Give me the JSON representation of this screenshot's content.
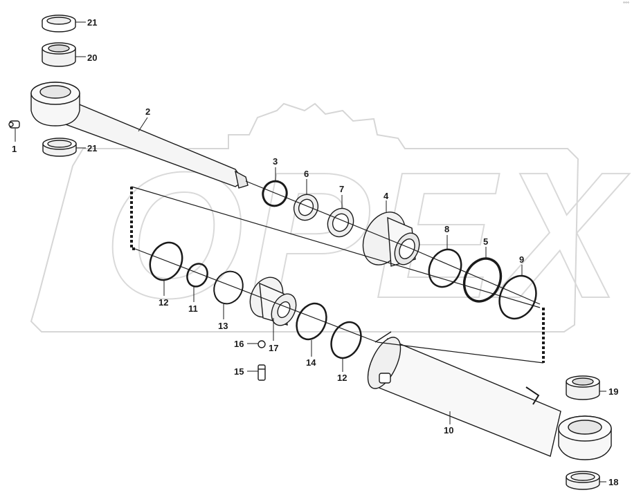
{
  "watermark": {
    "text": "OPEX",
    "has_gear": true
  },
  "corner_mark": "°°°",
  "callouts": [
    {
      "id": "c21a",
      "label": "21",
      "part": "upper-bushing-seal"
    },
    {
      "id": "c20",
      "label": "20",
      "part": "upper-bushing"
    },
    {
      "id": "c2",
      "label": "2",
      "part": "piston-rod"
    },
    {
      "id": "c1",
      "label": "1",
      "part": "grease-nipple"
    },
    {
      "id": "c21b",
      "label": "21",
      "part": "lower-eye-seal"
    },
    {
      "id": "c3",
      "label": "3",
      "part": "rod-snap-ring"
    },
    {
      "id": "c6",
      "label": "6",
      "part": "wiper-seal"
    },
    {
      "id": "c7",
      "label": "7",
      "part": "rod-seal"
    },
    {
      "id": "c4",
      "label": "4",
      "part": "cylinder-head"
    },
    {
      "id": "c8",
      "label": "8",
      "part": "head-o-ring"
    },
    {
      "id": "c5",
      "label": "5",
      "part": "head-backup-ring"
    },
    {
      "id": "c9",
      "label": "9",
      "part": "head-outer-ring"
    },
    {
      "id": "c12a",
      "label": "12",
      "part": "wear-ring-left"
    },
    {
      "id": "c11",
      "label": "11",
      "part": "piston-o-ring"
    },
    {
      "id": "c13",
      "label": "13",
      "part": "piston-backup-ring"
    },
    {
      "id": "c17",
      "label": "17",
      "part": "piston"
    },
    {
      "id": "c16",
      "label": "16",
      "part": "steel-ball"
    },
    {
      "id": "c15",
      "label": "15",
      "part": "set-screw"
    },
    {
      "id": "c14",
      "label": "14",
      "part": "piston-seal"
    },
    {
      "id": "c12b",
      "label": "12",
      "part": "wear-ring-right"
    },
    {
      "id": "c10",
      "label": "10",
      "part": "cylinder-tube"
    },
    {
      "id": "c19",
      "label": "19",
      "part": "base-bushing"
    },
    {
      "id": "c18",
      "label": "18",
      "part": "base-bushing-seal"
    }
  ]
}
